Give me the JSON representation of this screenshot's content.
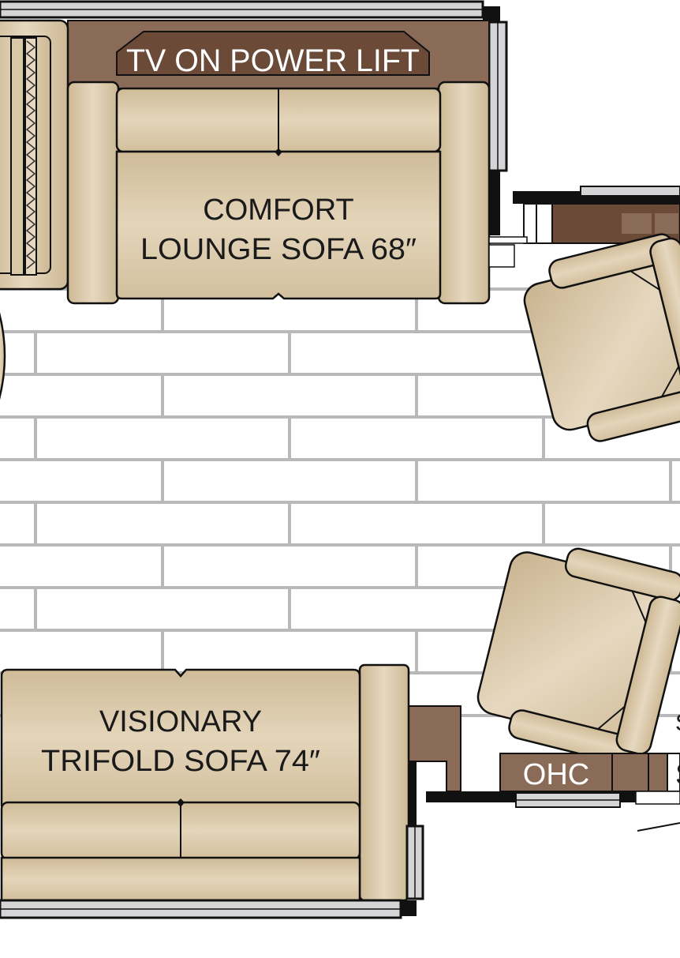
{
  "labels": {
    "tv_lift": "TV ON POWER LIFT",
    "comfort_sofa_line1": "COMFORT",
    "comfort_sofa_line2": "LOUNGE SOFA 68″",
    "trifold_sofa_line1": "VISIONARY",
    "trifold_sofa_line2": "TRIFOLD SOFA 74″",
    "ohc": "OHC",
    "edge_letter": "S"
  },
  "colors": {
    "cabinet": "#8a6b57",
    "cabinet_dark": "#6b4a38",
    "upholstery_light": "#e6d8bf",
    "upholstery_mid": "#d6c4a4",
    "upholstery_dark": "#c5b08e",
    "floor_lines": "#b9b9bb",
    "wall": "#111111",
    "window": "#d5d5d7"
  }
}
